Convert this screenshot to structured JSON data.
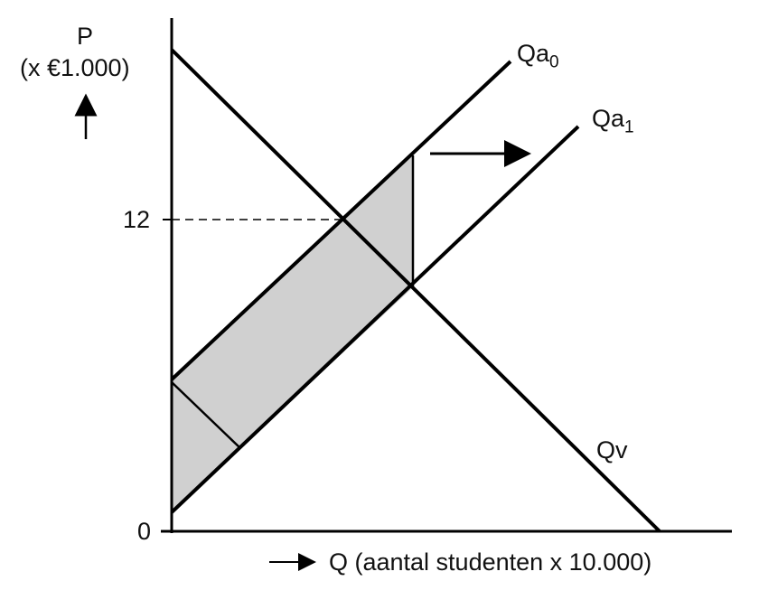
{
  "diagram": {
    "y_axis": {
      "label": "P",
      "unit": "(x €1.000)",
      "tick_12": "12",
      "origin": "0"
    },
    "x_axis": {
      "label": "Q (aantal studenten x 10.000)"
    },
    "curves": {
      "demand": "Qv",
      "supply_0_main": "Qa",
      "supply_0_sub": "0",
      "supply_1_main": "Qa",
      "supply_1_sub": "1"
    },
    "colors": {
      "line": "#000000",
      "shade": "#d0d0d0"
    }
  }
}
